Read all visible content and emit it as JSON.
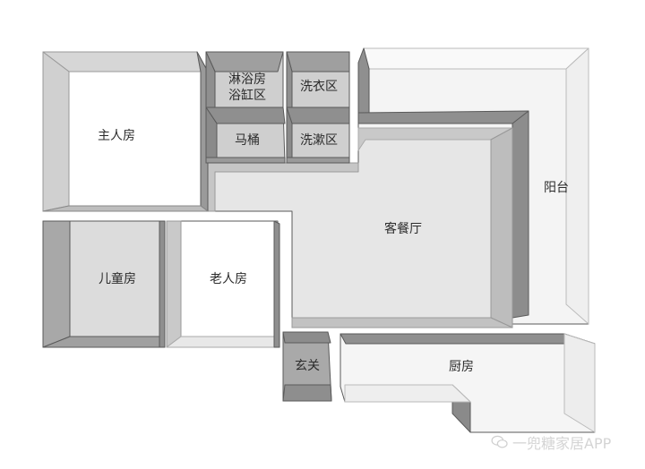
{
  "diagram": {
    "type": "3d-floor-plan",
    "rooms": [
      {
        "id": "master-bedroom",
        "label": "主人房"
      },
      {
        "id": "shower-bath",
        "label": "淋浴房\n浴缸区"
      },
      {
        "id": "laundry",
        "label": "洗衣区"
      },
      {
        "id": "toilet",
        "label": "马桶"
      },
      {
        "id": "washbasin",
        "label": "洗漱区"
      },
      {
        "id": "living-dining",
        "label": "客餐厅"
      },
      {
        "id": "balcony",
        "label": "阳台"
      },
      {
        "id": "kids-room",
        "label": "儿童房"
      },
      {
        "id": "elderly-room",
        "label": "老人房"
      },
      {
        "id": "entrance",
        "label": "玄关"
      },
      {
        "id": "kitchen",
        "label": "厨房"
      }
    ],
    "colors": {
      "white_floor": "#ffffff",
      "light_floor": "#e6e6e6",
      "mid_floor": "#d9d9d9",
      "dark_floor": "#b4b4b4",
      "wall_light": "#cfcfcf",
      "wall_dark": "#8c8c8c",
      "outline": "#555555"
    }
  },
  "watermark": {
    "text": "一兜糖家居APP",
    "icon": "wechat-icon"
  }
}
